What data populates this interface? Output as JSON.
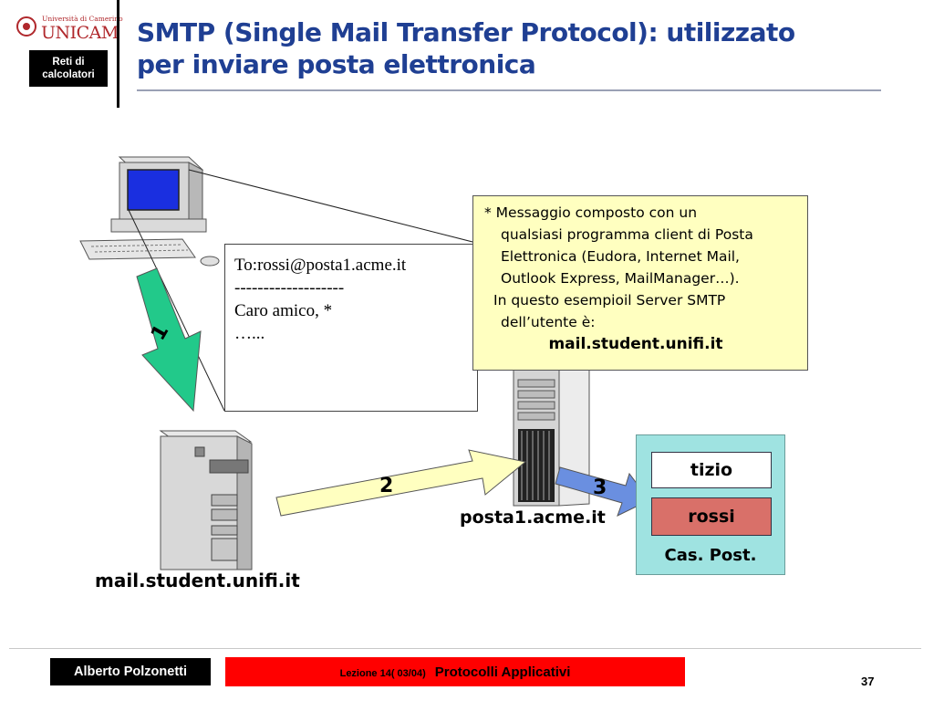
{
  "header": {
    "logo_small": "Università di Camerino",
    "logo_big": "UNICAM",
    "course_line1": "Reti di",
    "course_line2": "calcolatori",
    "title_line1": "SMTP (Single Mail Transfer Protocol): utilizzato",
    "title_line2": "per inviare posta elettronica"
  },
  "email": {
    "to_prefix": "To:",
    "to_address": "rossi@posta1.acme.it",
    "separator": "-------------------",
    "greeting": "Caro amico, *",
    "ellipsis": "…..."
  },
  "note": {
    "line1": "* Messaggio composto con un",
    "line2": "qualsiasi programma client di Posta",
    "line3": "Elettronica (Eudora, Internet Mail,",
    "line4": "Outlook Express, MailManager…).",
    "line5": "In questo esempioil Server SMTP",
    "line6": "dell’utente è:",
    "server": "mail.student.unifi.it"
  },
  "diagram": {
    "step1": "1",
    "step2": "2",
    "step3": "3",
    "server_label": "mail.student.unifi.it",
    "dest_label": "posta1.acme.it",
    "mailbox_tizio": "tizio",
    "mailbox_rossi": "rossi",
    "mailbox_label": "Cas. Post."
  },
  "footer": {
    "author": "Alberto Polzonetti",
    "lecture": "Lezione 14( 03/04)",
    "topic": "Protocolli Applicativi",
    "page": "37"
  },
  "colors": {
    "title": "#1f3f93",
    "note_bg": "#ffffc0",
    "mailbox_bg": "#9fe3e1",
    "rossi_bg": "#d97069",
    "arrow1": "#22c98a",
    "arrow2": "#ffffc0",
    "arrow3": "#6a8fe0",
    "footer_bar": "#ff0000"
  }
}
